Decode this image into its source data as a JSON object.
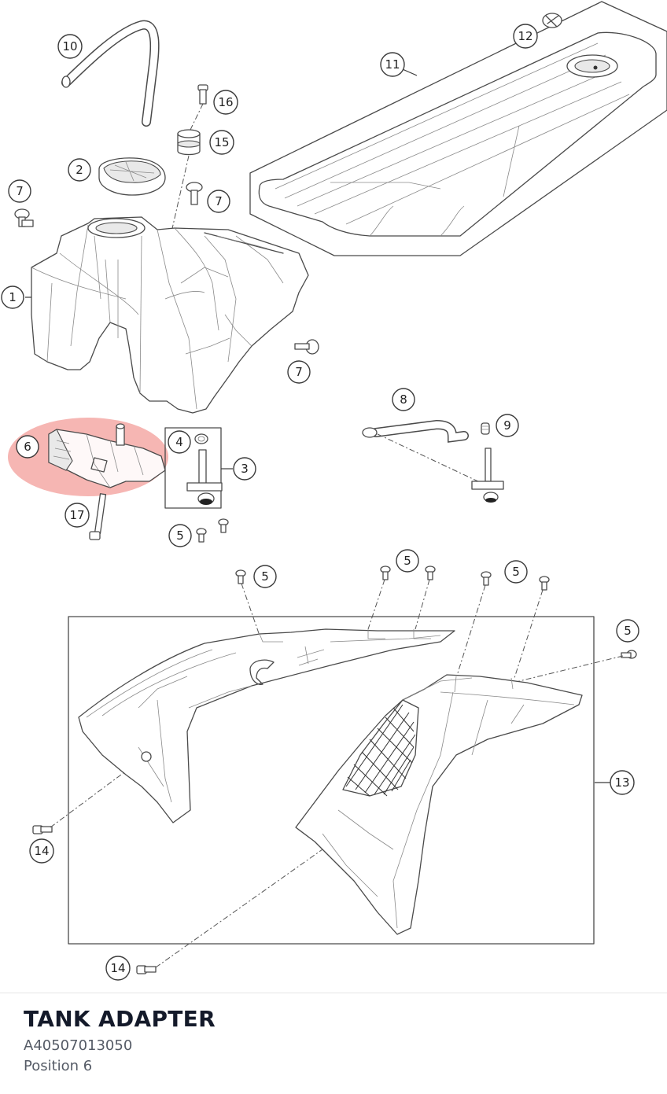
{
  "diagram": {
    "highlight_color": "#f4a9a6",
    "callouts": [
      "1",
      "2",
      "3",
      "4",
      "5",
      "6",
      "7",
      "8",
      "9",
      "10",
      "11",
      "12",
      "13",
      "14",
      "15",
      "16",
      "17"
    ],
    "parts": {
      "fuel_tank": "1",
      "filler_cap": "2",
      "fuel_tap_assembly": "3",
      "o_ring": "4",
      "screw": "5",
      "tank_adapter": "6",
      "bolt": "7",
      "fuel_hose": "8",
      "clamp": "9",
      "breather_hose": "10",
      "seat": "11",
      "seat_fastener": "12",
      "spoiler_set": "13",
      "spoiler_screw": "14",
      "rubber_bushing": "15",
      "bushing_screw": "16",
      "adapter_bolt": "17"
    }
  },
  "selected_part": {
    "name": "TANK ADAPTER",
    "number": "A40507013050",
    "position": "Position 6"
  }
}
